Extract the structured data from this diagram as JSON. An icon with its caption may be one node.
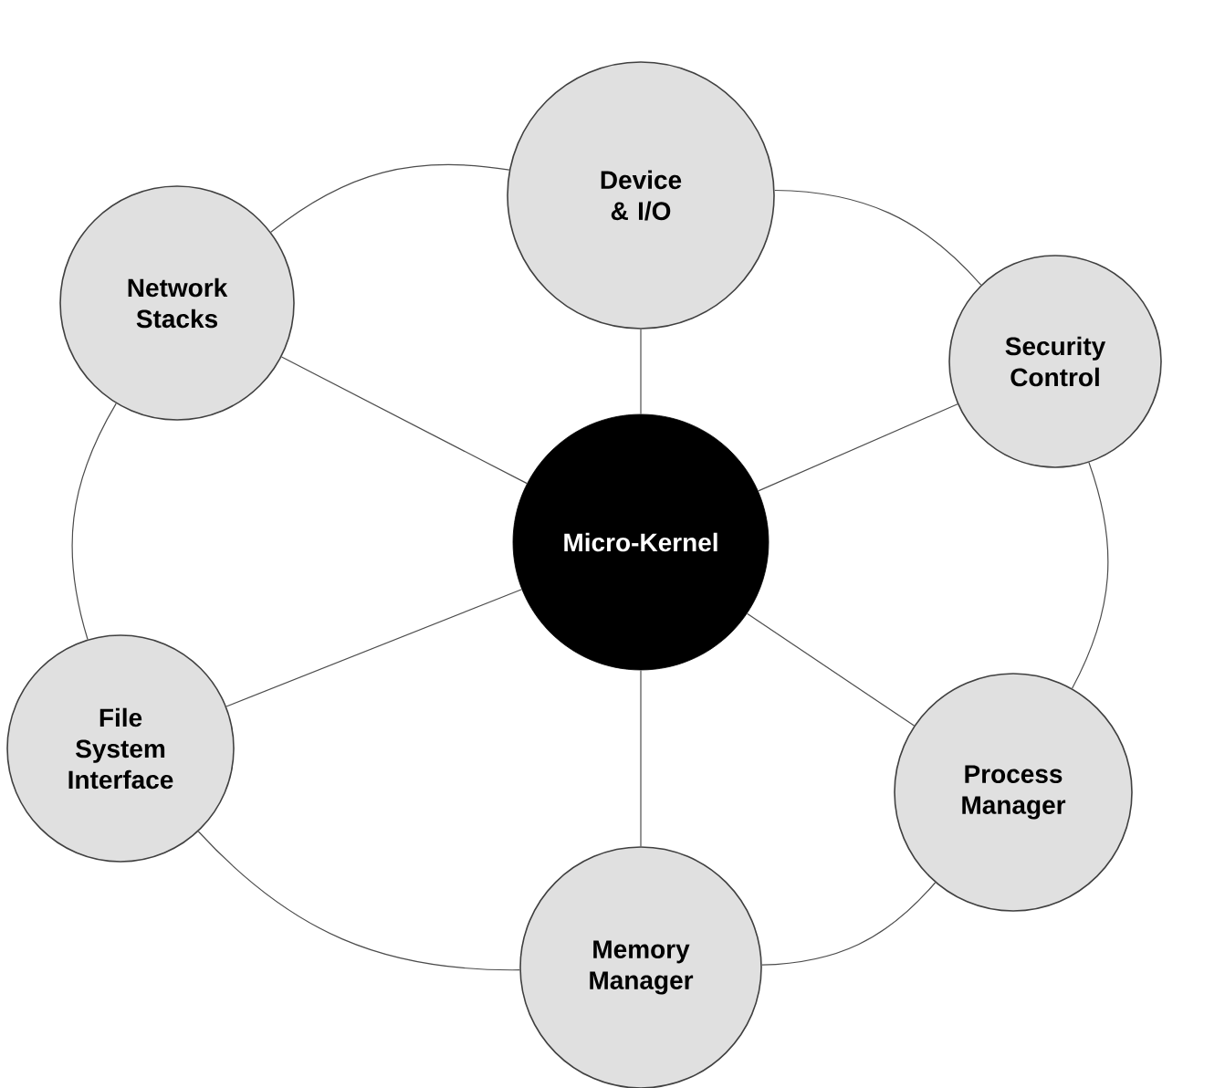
{
  "diagram": {
    "nodes": [
      {
        "text": [
          "Device & I/O"
        ]
      },
      {
        "text": [
          "Network Stacks"
        ]
      },
      {
        "text": [
          "Security Control"
        ]
      },
      {
        "text": [
          "Micro-Kernel"
        ]
      },
      {
        "text": [
          "File System Interface"
        ]
      },
      {
        "text": [
          "Process Manager"
        ]
      },
      {
        "text": [
          "Memory Manager"
        ]
      }
    ],
    "edges": [
      {
        "from": 3,
        "to": 0,
        "arrow": "none"
      },
      {
        "from": 3,
        "to": 1,
        "arrow": "none"
      },
      {
        "from": 3,
        "to": 2,
        "arrow": "none"
      },
      {
        "from": 3,
        "to": 4,
        "arrow": "none"
      },
      {
        "from": 3,
        "to": 5,
        "arrow": "none"
      },
      {
        "from": 3,
        "to": 6,
        "arrow": "none"
      },
      {
        "from": 0,
        "to": 2,
        "arrow": "none"
      },
      {
        "from": 2,
        "to": 5,
        "arrow": "none"
      },
      {
        "from": 5,
        "to": 6,
        "arrow": "none"
      },
      {
        "from": 6,
        "to": 4,
        "arrow": "none"
      },
      {
        "from": 4,
        "to": 1,
        "arrow": "none"
      },
      {
        "from": 1,
        "to": 0,
        "arrow": "none"
      }
    ]
  }
}
